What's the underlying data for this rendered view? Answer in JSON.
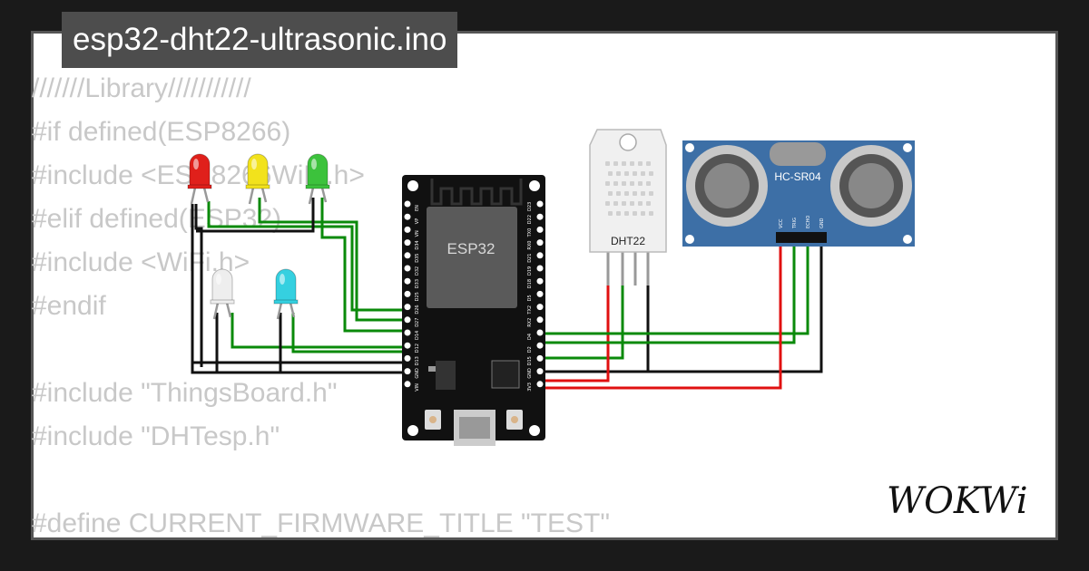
{
  "title": "esp32-dht22-ultrasonic.ino",
  "code_lines": [
    "///////Library///////////",
    "#if defined(ESP8266)",
    "#include <ESP8266WiFi.h>",
    "#elif defined(ESP32)",
    "#include <WiFi.h>",
    "#endif",
    "",
    "#include \"ThingsBoard.h\"",
    "#include \"DHTesp.h\"",
    "",
    "#define CURRENT_FIRMWARE_TITLE \"TEST\""
  ],
  "parts": {
    "esp32": {
      "label": "ESP32"
    },
    "dht22": {
      "label": "DHT22"
    },
    "ultrasonic": {
      "label": "HC-SR04",
      "pins": [
        "VCC",
        "TRIG",
        "ECHO",
        "GND"
      ]
    },
    "leds": [
      {
        "color": "#e0201b",
        "icon": "led-red"
      },
      {
        "color": "#f2e21c",
        "icon": "led-yellow"
      },
      {
        "color": "#3cc23c",
        "icon": "led-green"
      },
      {
        "color": "#eeeeee",
        "icon": "led-white"
      },
      {
        "color": "#35d0e0",
        "icon": "led-cyan"
      }
    ]
  },
  "esp32_pins_left": [
    "EN",
    "VP",
    "VN",
    "D34",
    "D35",
    "D32",
    "D33",
    "D25",
    "D26",
    "D27",
    "D14",
    "D12",
    "D13",
    "GND",
    "VIN"
  ],
  "esp32_pins_right": [
    "D23",
    "D22",
    "TX0",
    "RX0",
    "D21",
    "D19",
    "D18",
    "D5",
    "TX2",
    "RX2",
    "D4",
    "D2",
    "D15",
    "GND",
    "3V3"
  ],
  "colors": {
    "wire_green": "#0a8a0a",
    "wire_black": "#111111",
    "wire_red": "#e01010",
    "board": "#111111",
    "sensor_blue": "#3d6fa6"
  },
  "logo": "WOKWi"
}
